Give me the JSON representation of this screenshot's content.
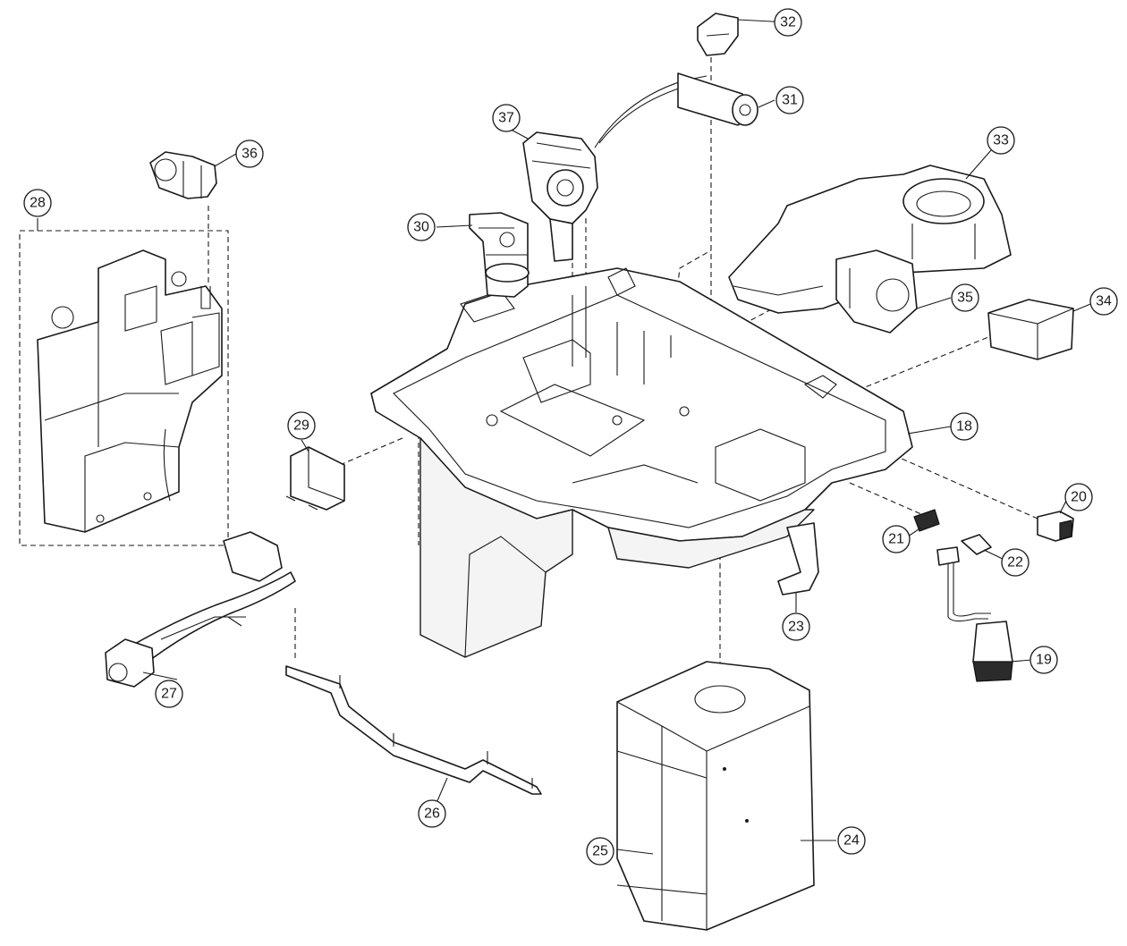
{
  "callouts": [
    {
      "id": "c18",
      "label": "18"
    },
    {
      "id": "c19",
      "label": "19"
    },
    {
      "id": "c20",
      "label": "20"
    },
    {
      "id": "c21",
      "label": "21"
    },
    {
      "id": "c22",
      "label": "22"
    },
    {
      "id": "c23",
      "label": "23"
    },
    {
      "id": "c24",
      "label": "24"
    },
    {
      "id": "c25",
      "label": "25"
    },
    {
      "id": "c26",
      "label": "26"
    },
    {
      "id": "c27",
      "label": "27"
    },
    {
      "id": "c28",
      "label": "28"
    },
    {
      "id": "c29",
      "label": "29"
    },
    {
      "id": "c30",
      "label": "30"
    },
    {
      "id": "c31",
      "label": "31"
    },
    {
      "id": "c32",
      "label": "32"
    },
    {
      "id": "c33",
      "label": "33"
    },
    {
      "id": "c34",
      "label": "34"
    },
    {
      "id": "c35",
      "label": "35"
    },
    {
      "id": "c36",
      "label": "36"
    },
    {
      "id": "c37",
      "label": "37"
    }
  ]
}
